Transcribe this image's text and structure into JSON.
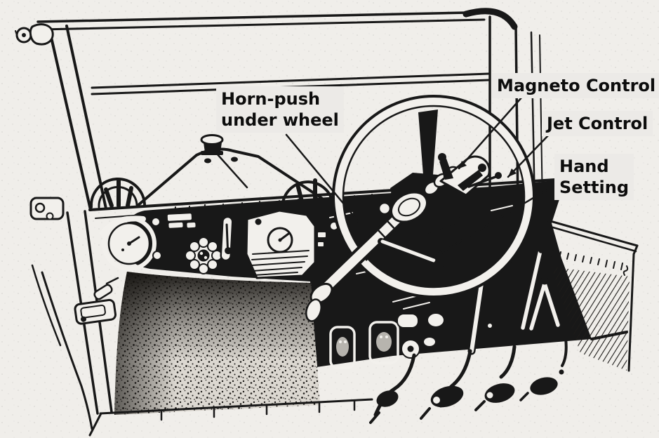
{
  "figure": {
    "type": "scanned-line-illustration",
    "subject": "vintage-car-cockpit",
    "colors": {
      "paper": "#f0eeea",
      "ink": "#181818",
      "label_bg": "#eceae7",
      "text": "#0d0d0d",
      "plate": "#f2f0ec"
    },
    "labels": {
      "horn_push": {
        "line1": "Horn-push",
        "line2": "under wheel"
      },
      "magneto_control": {
        "text": "Magneto Control"
      },
      "jet_control": {
        "text": "Jet Control"
      },
      "hand_setting": {
        "line1": "Hand",
        "line2": "Setting"
      }
    }
  }
}
